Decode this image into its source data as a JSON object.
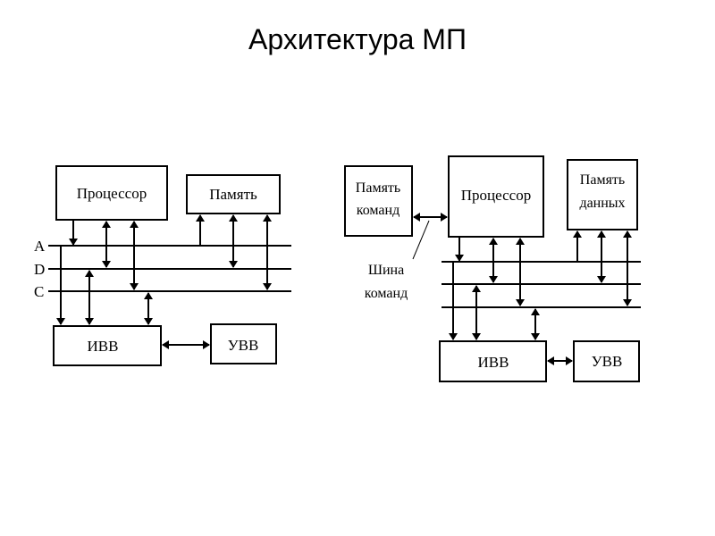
{
  "title": "Архитектура МП",
  "left_diagram": {
    "processor": "Процессор",
    "memory": "Память",
    "ivv": "ИВВ",
    "uvv": "УВВ",
    "bus_labels": {
      "a": "A",
      "d": "D",
      "c": "C"
    }
  },
  "right_diagram": {
    "instr_memory": [
      "Память",
      "команд"
    ],
    "processor": "Процессор",
    "data_memory": [
      "Память",
      "данных"
    ],
    "instr_bus_label": [
      "Шина",
      "команд"
    ],
    "ivv": "ИВВ",
    "uvv": "УВВ"
  }
}
